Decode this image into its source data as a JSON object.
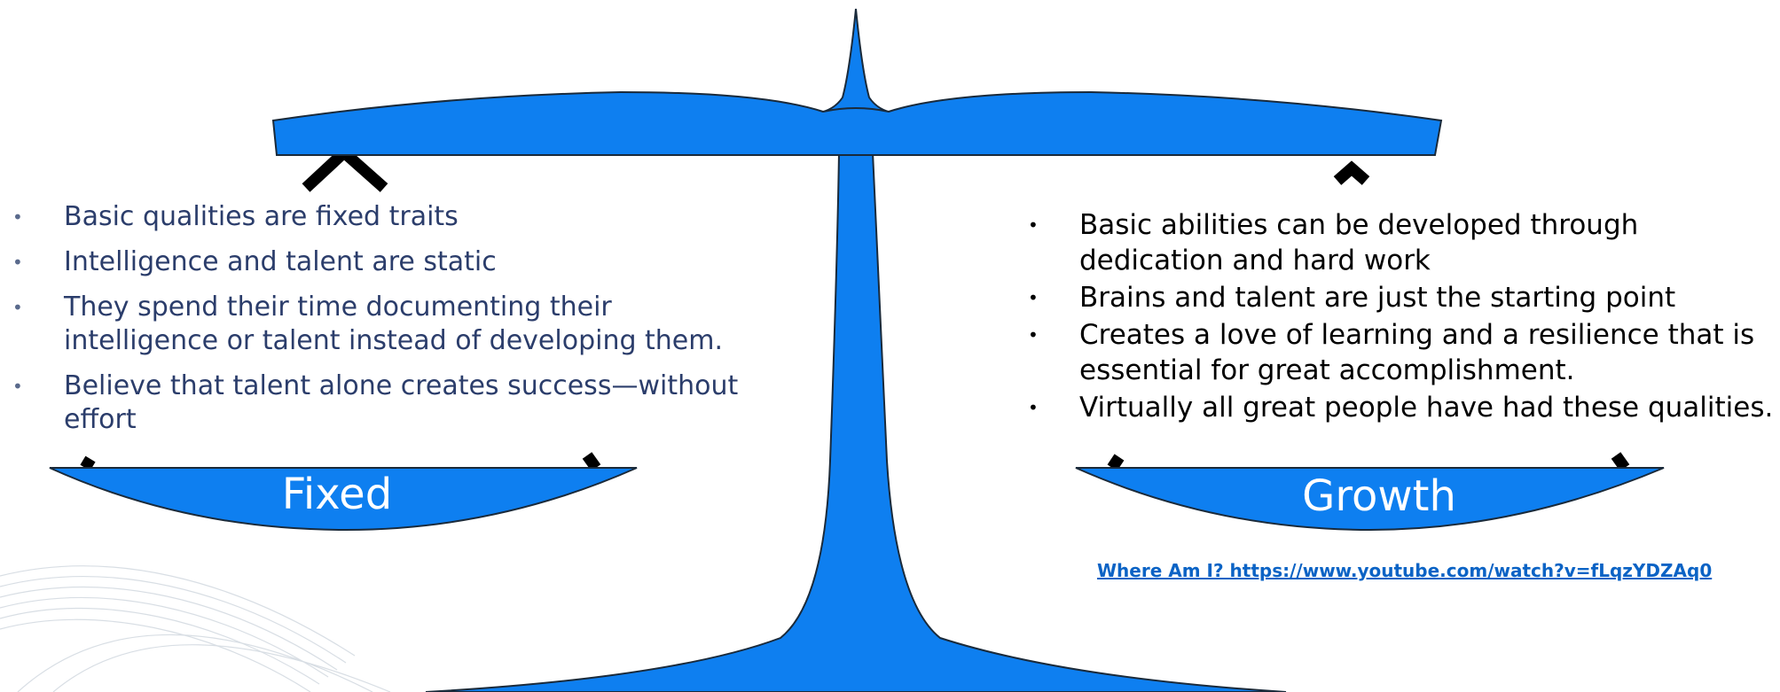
{
  "left_panel": {
    "pan_label": "Fixed",
    "bullets": [
      "Basic qualities are fixed traits",
      "Intelligence and talent are static",
      "They spend their time documenting their intelligence or talent instead of developing them.",
      "Believe that talent alone creates success—without effort"
    ]
  },
  "right_panel": {
    "pan_label": "Growth",
    "bullets": [
      "Basic abilities can be developed through dedication and hard work",
      "Brains and talent are just the starting point",
      "Creates a love of learning and a resilience that is essential for great accomplishment.",
      "Virtually all great people have had these qualities."
    ]
  },
  "video_link": {
    "text": "Where Am I? https://www.youtube.com/watch?v=fLqzYDZAq0"
  },
  "bullet_glyph": "•",
  "colors": {
    "scale_blue": "#0e7ff0",
    "left_text": "#2b3d6b",
    "right_text": "#000000",
    "link": "#0b63c5"
  }
}
